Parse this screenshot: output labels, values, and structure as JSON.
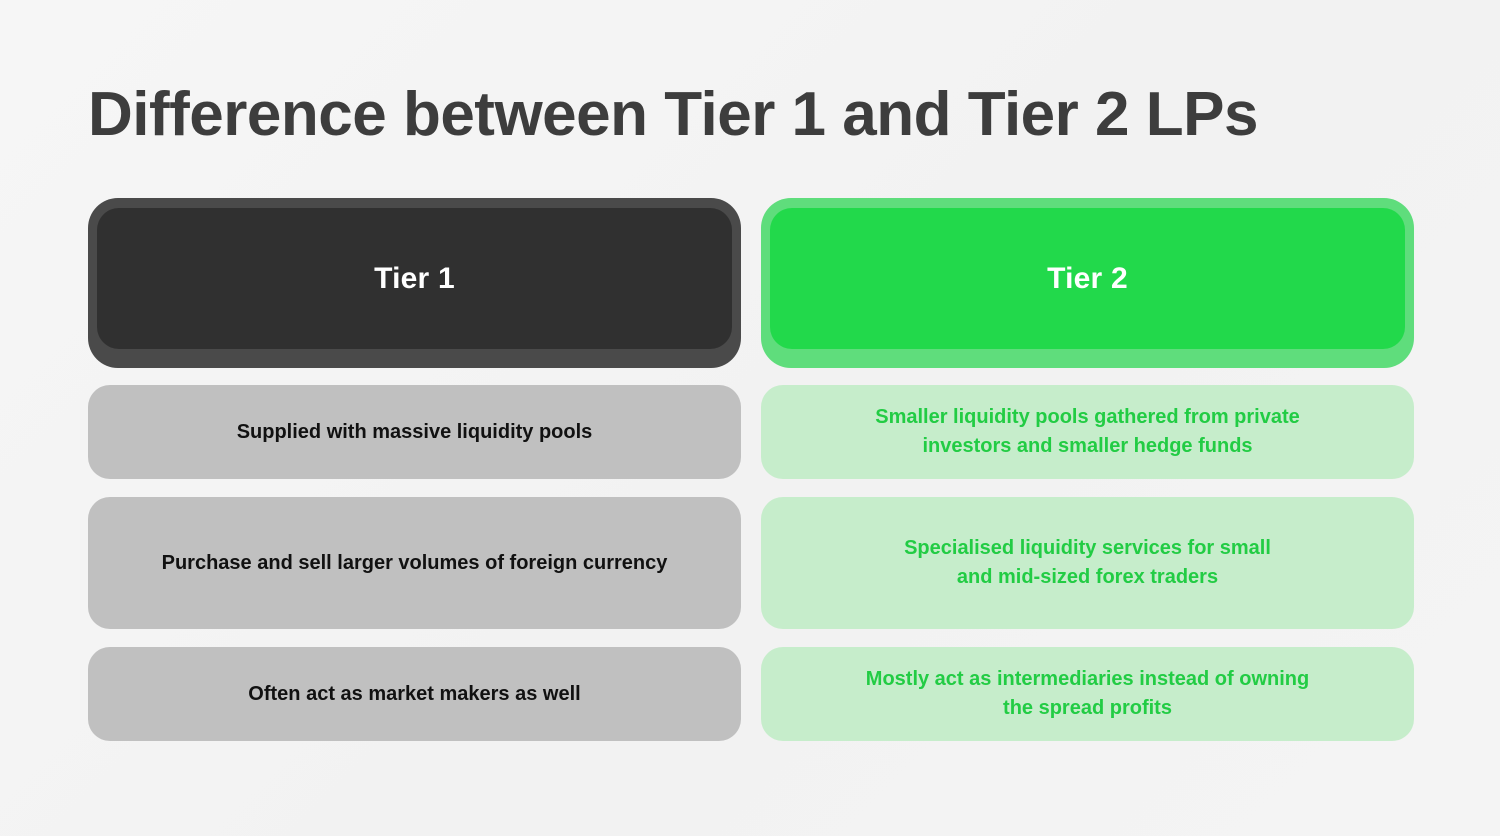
{
  "title": "Difference between Tier 1 and Tier 2 LPs",
  "colors": {
    "background": "#f4f4f4",
    "title_text": "#3d3d3d",
    "tier1_header_ring": "#4a4a4a",
    "tier1_header_panel": "#303030",
    "tier2_header_ring": "#5fdd7c",
    "tier2_header_panel": "#22d94b",
    "tier1_row_bg": "#c0c0c0",
    "tier1_row_text": "#111111",
    "tier2_row_bg": "#c6edcb",
    "tier2_row_text": "#22cc44"
  },
  "columns": [
    {
      "header": "Tier 1",
      "rows": [
        "Supplied with massive liquidity pools",
        "Purchase and sell larger volumes of foreign currency",
        "Often act as market makers as well"
      ]
    },
    {
      "header": "Tier 2",
      "rows": [
        "Smaller liquidity pools gathered from private\ninvestors and smaller hedge funds",
        "Specialised liquidity services for small\nand mid-sized forex traders",
        "Mostly act as intermediaries instead of owning\nthe spread profits"
      ]
    }
  ]
}
